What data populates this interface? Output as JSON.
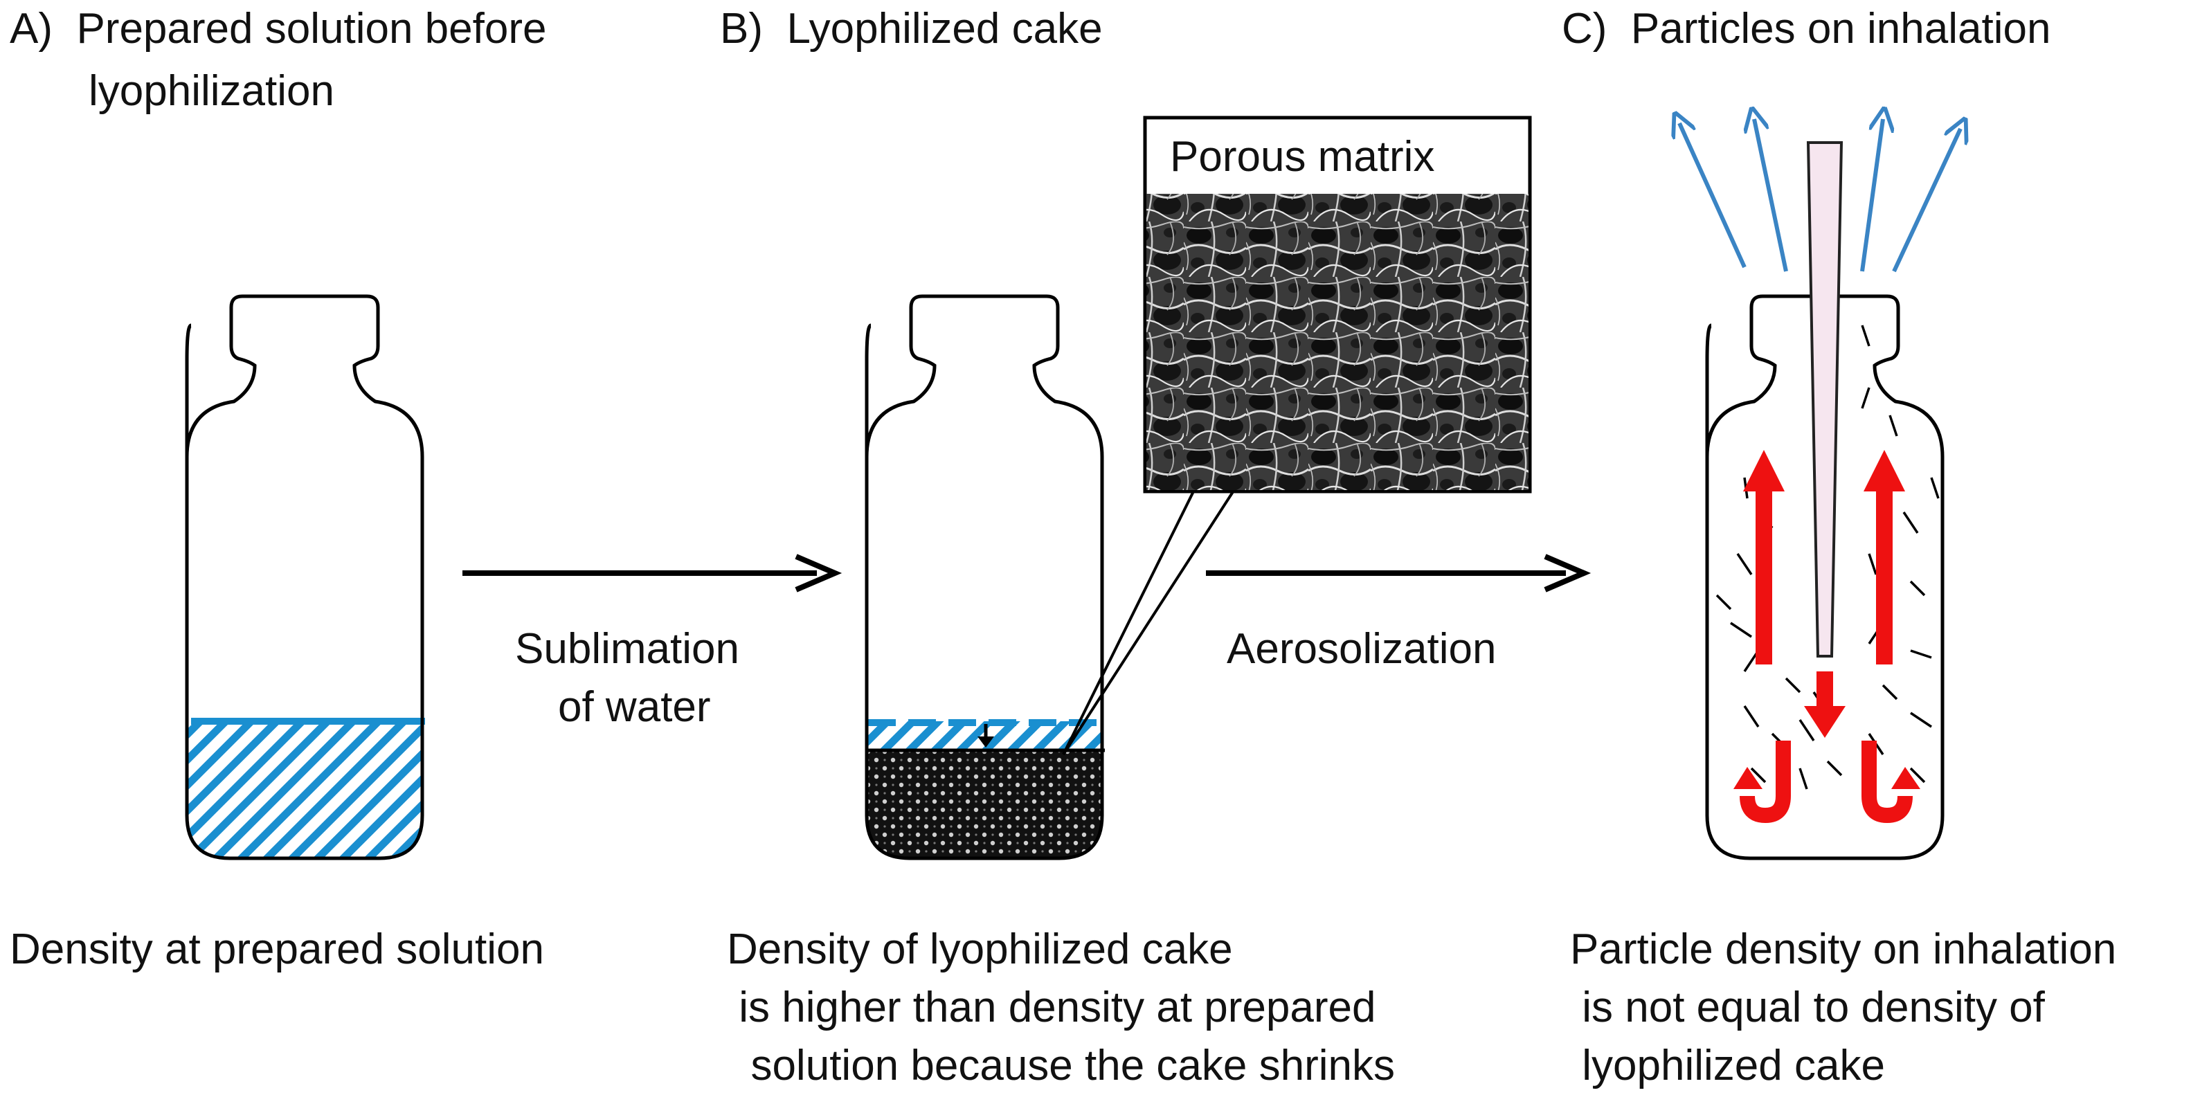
{
  "panels": {
    "a": {
      "title_line1": "A)  Prepared solution before",
      "title_line2": "lyophilization",
      "caption_line1": "Density at prepared solution"
    },
    "b": {
      "title": "B)  Lyophilized cake",
      "inset_label": "Porous matrix",
      "caption_line1": "Density of lyophilized cake",
      "caption_line2": " is higher than density at prepared",
      "caption_line3": "  solution because the cake shrinks"
    },
    "c": {
      "title": "C)  Particles on inhalation",
      "caption_line1": "Particle density on inhalation",
      "caption_line2": " is not equal to density of",
      "caption_line3": " lyophilized cake"
    }
  },
  "steps": {
    "step1_line1": "Sublimation",
    "step1_line2": "of water",
    "step2_label": "Aerosolization"
  },
  "colors": {
    "solution": "#1a8fd0",
    "flow_arrows": "#ee1111",
    "escape_arrows": "#3a84c4",
    "needle": "#f6e6ef",
    "outline": "#000000"
  }
}
